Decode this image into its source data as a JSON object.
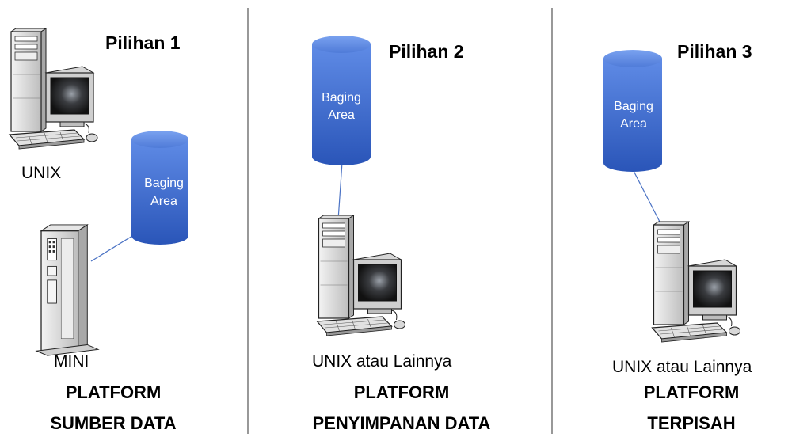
{
  "sections": [
    {
      "option_title": "Pilihan 1",
      "staging_area": {
        "line1": "Baging",
        "line2": "Area"
      },
      "hosts": [
        "UNIX",
        "MINI"
      ],
      "platform": {
        "line1": "PLATFORM",
        "line2": "SUMBER DATA"
      }
    },
    {
      "option_title": "Pilihan 2",
      "staging_area": {
        "line1": "Baging",
        "line2": "Area"
      },
      "hosts": [
        "UNIX atau Lainnya"
      ],
      "platform": {
        "line1": "PLATFORM",
        "line2": "PENYIMPANAN DATA"
      }
    },
    {
      "option_title": "Pilihan 3",
      "staging_area": {
        "line1": "Baging",
        "line2": "Area"
      },
      "hosts": [
        "UNIX atau Lainnya"
      ],
      "platform": {
        "line1": "PLATFORM",
        "line2": "TERPISAH"
      }
    }
  ],
  "colors": {
    "cylinder_top": "#5b86e0",
    "cylinder_bottom": "#2a55b8",
    "connector": "#4a72c4",
    "divider": "#555555"
  },
  "icons": [
    "unix-workstation-icon",
    "minicomputer-icon",
    "database-cylinder-icon"
  ]
}
